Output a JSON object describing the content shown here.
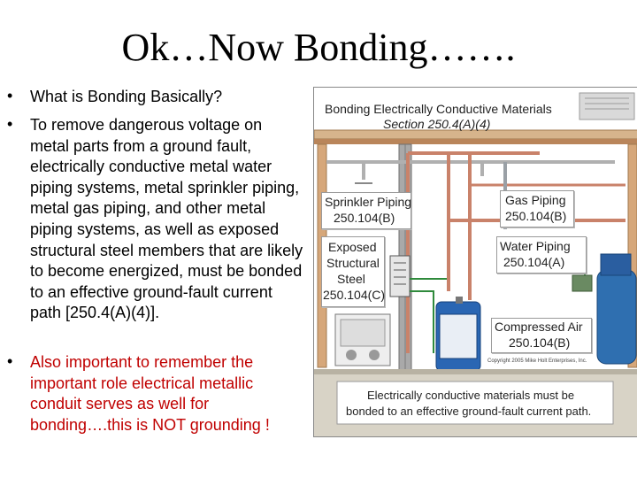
{
  "slide": {
    "title": "Ok…Now Bonding…….",
    "bullets": [
      {
        "marker": "•",
        "text": "What is Bonding Basically?"
      },
      {
        "marker": "•",
        "text": "To remove dangerous voltage on metal parts from a ground fault, electrically conductive metal water piping systems, metal sprinkler piping, metal gas piping, and other metal piping systems, as well as exposed structural steel members that are likely to become energized, must be bonded to an effective ground-fault current path [250.4(A)(4)]."
      },
      {
        "marker": "•",
        "text": "Also important to remember the important role electrical metallic conduit serves as well for bonding….this is NOT grounding !"
      }
    ],
    "bullet_colors": {
      "default": "#000000",
      "highlight": "#c00000"
    }
  },
  "figure": {
    "heading": "Bonding Electrically Conductive Materials",
    "section": "Section 250.4(A)(4)",
    "labels": {
      "sprinkler_1": "Sprinkler Piping",
      "sprinkler_2": "250.104(B)",
      "gas_1": "Gas Piping",
      "gas_2": "250.104(B)",
      "water_1": "Water Piping",
      "water_2": "250.104(A)",
      "steel_1": "Exposed",
      "steel_2": "Structural",
      "steel_3": "Steel",
      "steel_4": "250.104(C)",
      "air_1": "Compressed Air",
      "air_2": "250.104(B)"
    },
    "caption_1": "Electrically conductive materials must be",
    "caption_2": "bonded to an effective ground-fault current path.",
    "copyright": "Copyright 2005 Mike Holt Enterprises, Inc.",
    "colors": {
      "pipe_copper": "#c9826a",
      "steel": "#8a8a8a",
      "heater": "#1f5fa8",
      "tank": "#2f6fb0",
      "floor": "#d8d3c6"
    }
  }
}
